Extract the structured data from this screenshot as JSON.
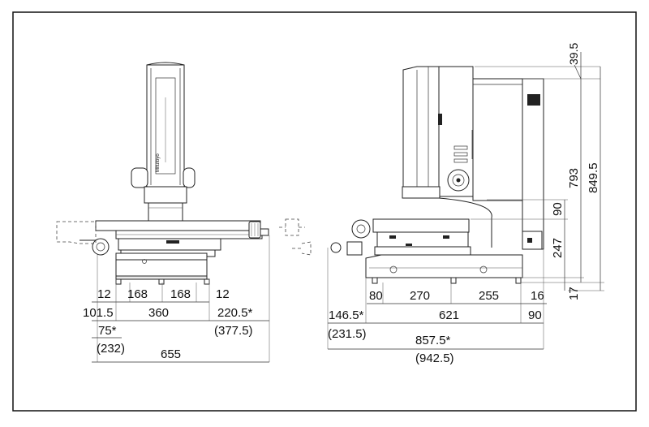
{
  "front_view": {
    "column_label": "Mitutoyo",
    "dims": {
      "foot_left_offset": "12",
      "foot_spacing_1": "168",
      "foot_spacing_2": "168",
      "foot_right_offset": "12",
      "left_overhang": "101.5",
      "base_width": "360",
      "right_overhang": "220.5*",
      "right_overhang_alt": "(377.5)",
      "left_star": "75*",
      "left_star_alt": "(232)",
      "total_width": "655"
    }
  },
  "side_view": {
    "dims": {
      "front_offset": "80",
      "foot_spacing_1": "270",
      "foot_spacing_2": "255",
      "rear_offset": "16",
      "front_overhang": "146.5*",
      "front_overhang_alt": "(231.5)",
      "base_depth": "621",
      "rear_overhang": "90",
      "total_depth": "857.5*",
      "total_depth_alt": "(942.5)",
      "top_offset": "39.5",
      "column_height": "793",
      "total_height": "849.5",
      "stage_step": "90",
      "stage_height": "247",
      "foot_height": "17"
    }
  }
}
